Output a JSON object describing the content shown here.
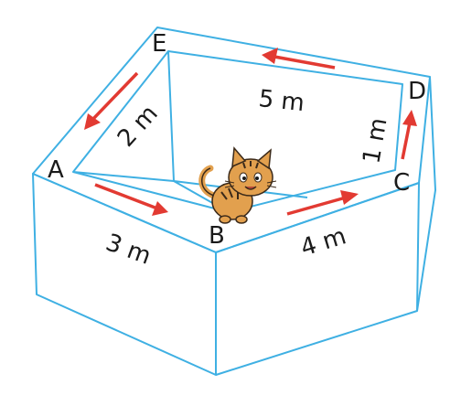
{
  "vertices": {
    "A": "A",
    "B": "B",
    "C": "C",
    "D": "D",
    "E": "E"
  },
  "lengths": {
    "AB": "3 m",
    "BC": "4 m",
    "CD": "1 m",
    "DE": "5 m",
    "EA": "2 m"
  },
  "colors": {
    "wall": "#3fb0e3",
    "arrow": "#e23a32",
    "cat": "#e2a04e",
    "cat_stripe": "#3b2a1a"
  },
  "icons": {
    "cat": "cartoon-cat-icon"
  }
}
